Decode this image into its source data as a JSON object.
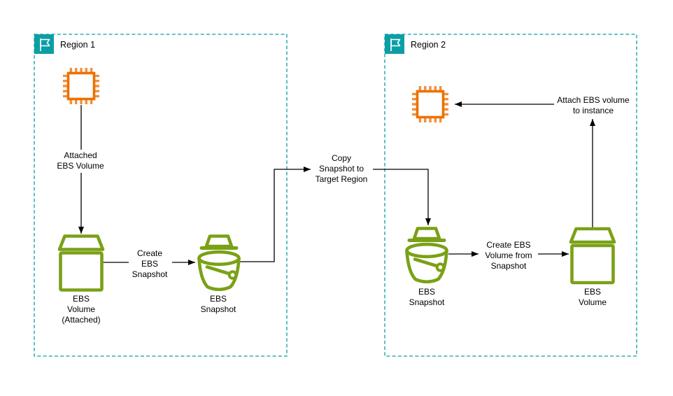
{
  "regions": [
    {
      "label": "Region 1"
    },
    {
      "label": "Region 2"
    }
  ],
  "nodes": {
    "ebs_volume_1": {
      "line1": "EBS",
      "line2": "Volume",
      "line3": "(Attached)"
    },
    "ebs_snapshot_1": {
      "line1": "EBS",
      "line2": "Snapshot"
    },
    "ebs_snapshot_2": {
      "line1": "EBS",
      "line2": "Snapshot"
    },
    "ebs_volume_2": {
      "line1": "EBS",
      "line2": "Volume"
    }
  },
  "edges": {
    "attached_ebs_volume": {
      "line1": "Attached",
      "line2": "EBS Volume"
    },
    "create_ebs_snapshot": {
      "line1": "Create",
      "line2": "EBS",
      "line3": "Snapshot"
    },
    "copy_snapshot": {
      "line1": "Copy",
      "line2": "Snapshot to",
      "line3": "Target Region"
    },
    "create_ebs_volume": {
      "line1": "Create EBS",
      "line2": "Volume from",
      "line3": "Snapshot"
    },
    "attach_ebs_volume": {
      "line1": "Attach EBS volume",
      "line2": "to instance"
    }
  },
  "colors": {
    "region_border": "#0B9FA5",
    "compute_orange": "#ED7100",
    "compute_orange_light": "#F0913F",
    "storage_green": "#7AA116",
    "connector": "#000000",
    "background": "#FFFFFF"
  }
}
